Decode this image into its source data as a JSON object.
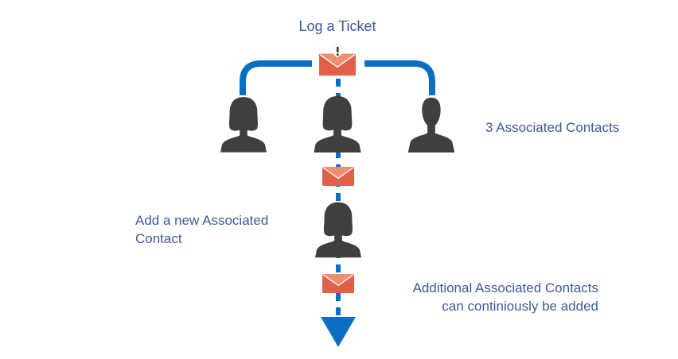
{
  "title": "Log a  Ticket",
  "labels": {
    "associated_contacts": "3 Associated Contacts",
    "new_contact_line1": "Add a new Associated",
    "new_contact_line2": "Contact",
    "additional_line1": "Additional Associated Contacts",
    "additional_line2": "can continiously be added"
  },
  "colors": {
    "connector": "#0a6fc2",
    "text": "#3d5a98",
    "person": "#3f3f3f",
    "envelope": "#e0604a",
    "envelope_flap": "#f08e73",
    "alert_badge": "#ffffff"
  },
  "icons": {
    "ticket": "alert-envelope-icon",
    "person_female": "female-person-icon",
    "person_male": "male-person-icon",
    "email": "envelope-icon",
    "arrow": "arrow-down-icon"
  }
}
